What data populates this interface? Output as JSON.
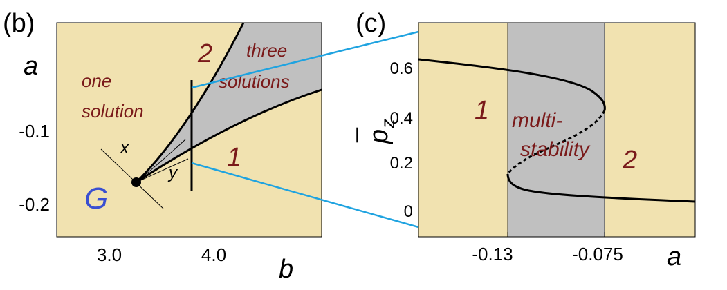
{
  "colors": {
    "background": "#ffffff",
    "region_tan": "#f1e2b0",
    "region_gray": "#c0c0c0",
    "curve": "#000000",
    "zoom_lines": "#1fa3e0",
    "region_labels": "#7a1a1a",
    "point_label": "#3a4fd1"
  },
  "panel_b": {
    "label": "(b)",
    "xlabel": "b",
    "ylabel": "a",
    "x_ticks": [
      "3.0",
      "4.0"
    ],
    "y_ticks": [
      "-0.1",
      "-0.2"
    ],
    "region_one": {
      "line1": "one",
      "line2": "solution"
    },
    "region_three": {
      "line1": "three",
      "line2": "solutions"
    },
    "boundary_1": "1",
    "boundary_2": "2",
    "point": "G",
    "axis_x": "x",
    "axis_y": "y"
  },
  "panel_c": {
    "label": "(c)",
    "xlabel": "a",
    "ylabel_main": "p",
    "ylabel_bar": "¯",
    "ylabel_sub": "z",
    "x_ticks": [
      "-0.13",
      "-0.075"
    ],
    "y_ticks": [
      "0.6",
      "0.4",
      "0.2",
      "0"
    ],
    "region_left": "1",
    "region_right": "2",
    "region_mid": {
      "line1": "multi-",
      "line2": "stability"
    }
  }
}
